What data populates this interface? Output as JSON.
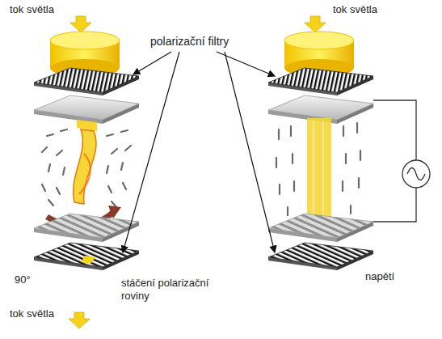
{
  "diagram": {
    "labels": [
      "tok světla",
      "tok světla",
      "polarizační filtry",
      "90°",
      "stáčení polarizační roviny",
      "napětí",
      "tok světla"
    ]
  }
}
